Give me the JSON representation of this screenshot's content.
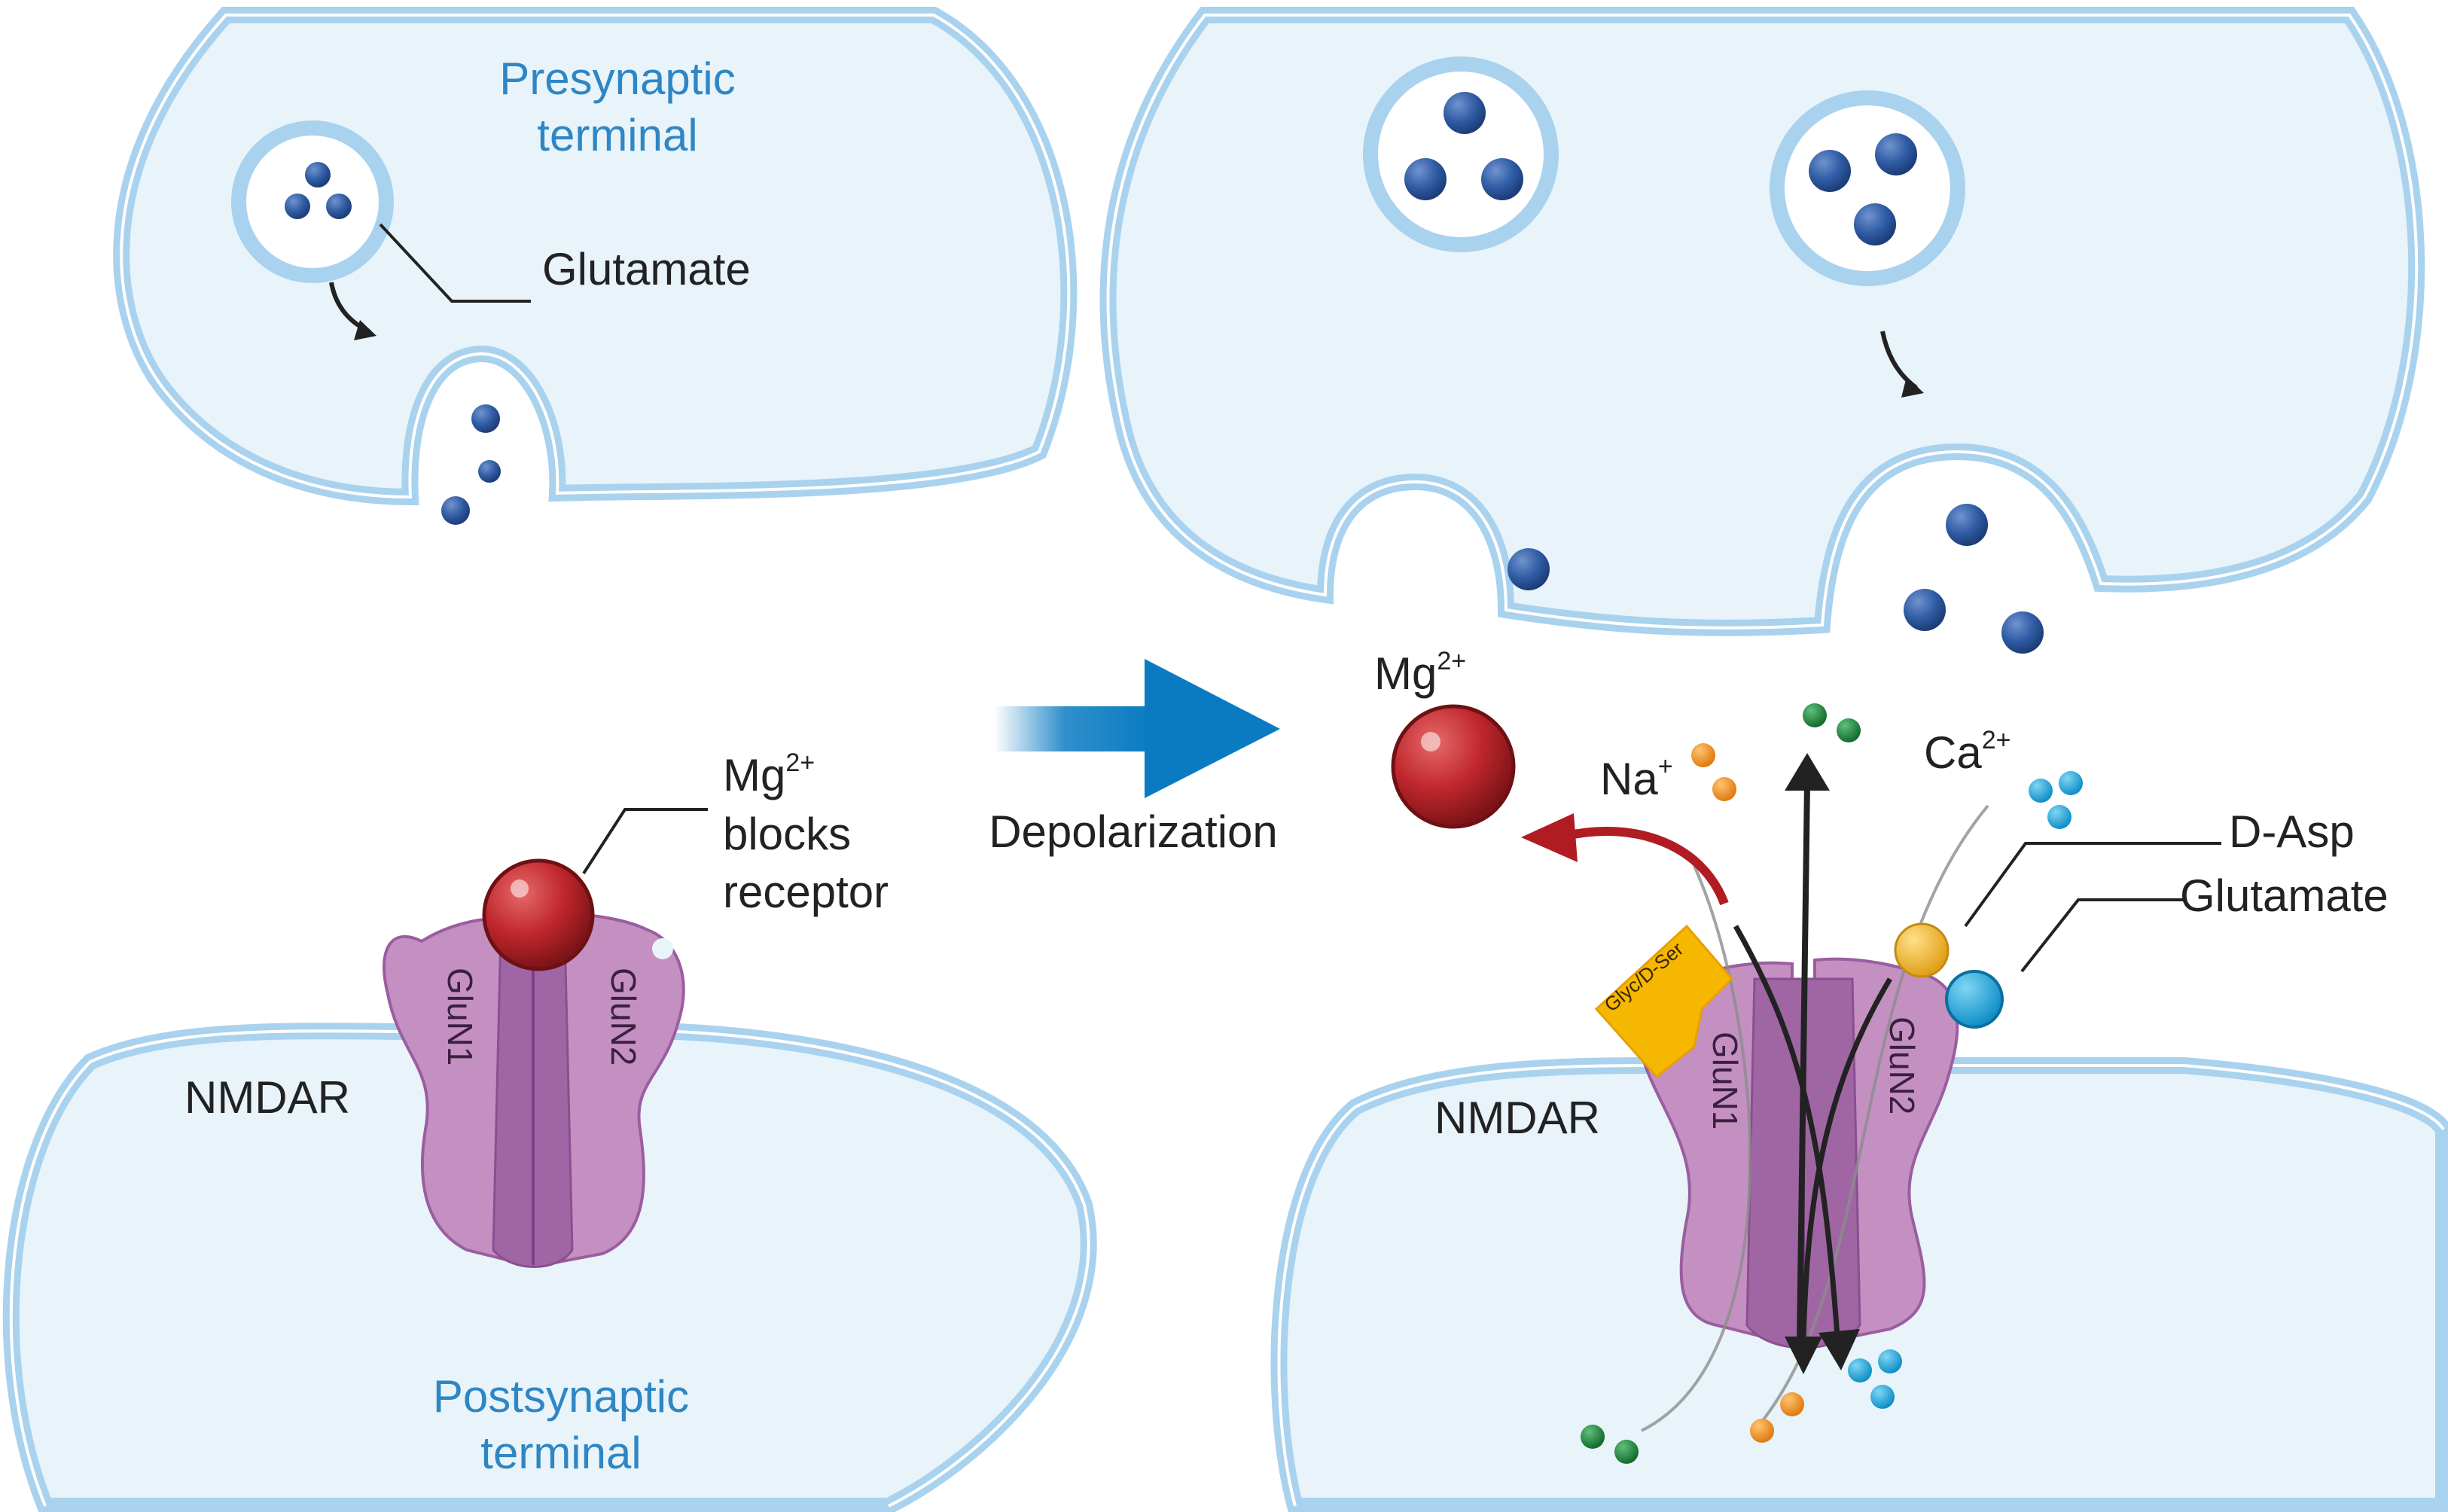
{
  "colors": {
    "cytoplasm": "#e8f4fa",
    "membrane_outer": "#a9d2ee",
    "membrane_inner": "#ffffff",
    "glutamate_ball": "#2f5ba3",
    "mg_ion": "#c0272d",
    "receptor": "#c490c2",
    "receptor_dark": "#a066a4",
    "arrow_blue": "#0a7bc2",
    "na_ion": "#f0941d",
    "ca_ion": "#1ea9e0",
    "k_ion": "#1f8a3c",
    "d_asp": "#f0b429",
    "glyc_ligand": "#f6b700"
  },
  "icons": {
    "vesicle": "glutamate-vesicle-icon",
    "ion": "ion-particle-icon",
    "receptor": "nmda-receptor-icon",
    "transition": "arrow-right-icon"
  },
  "left": {
    "presynaptic_line1": "Presynaptic",
    "presynaptic_line2": "terminal",
    "glutamate_label": "Glutamate",
    "mg_line1": "Mg",
    "mg_sup": "2+",
    "mg_line2": "blocks",
    "mg_line3": "receptor",
    "nmdar_label": "NMDAR",
    "subunit1": "GluN1",
    "subunit2": "GluN2",
    "postsynaptic_line1": "Postsynaptic",
    "postsynaptic_line2": "terminal"
  },
  "transition": {
    "label": "Depolarization"
  },
  "right": {
    "mg_label": "Mg",
    "mg_sup": "2+",
    "na_label": "Na",
    "na_sup": "+",
    "ca_label": "Ca",
    "ca_sup": "2+",
    "dasp_label": "D-Asp",
    "glutamate_label": "Glutamate",
    "glyc_label": "Glyc/D-Ser",
    "nmdar_label": "NMDAR",
    "subunit1": "GluN1",
    "subunit2": "GluN2"
  }
}
